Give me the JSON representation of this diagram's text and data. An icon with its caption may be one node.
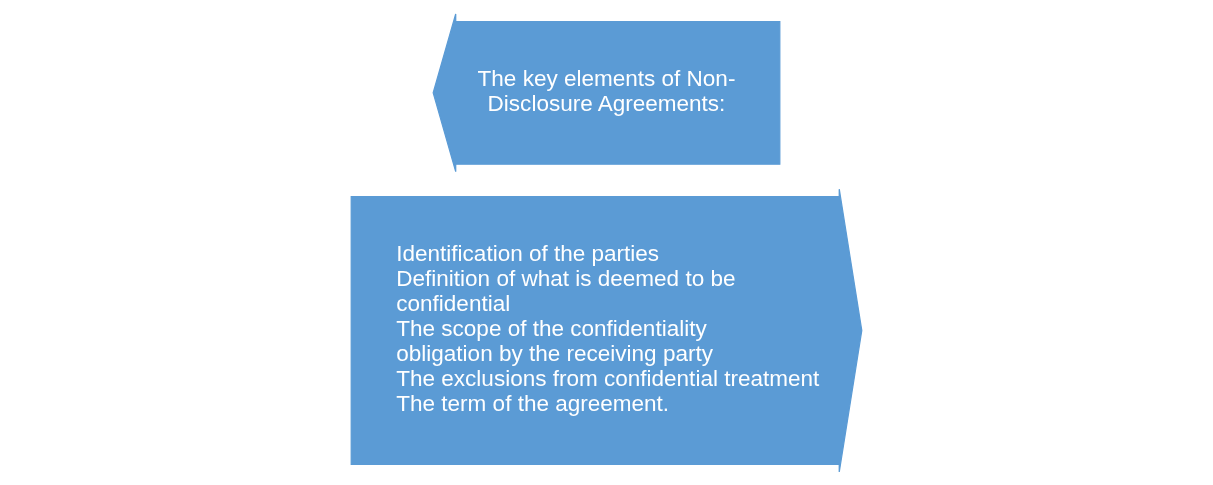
{
  "diagram": {
    "nodes": [
      {
        "text": [
          "The key elements of Non-Disclosure Agreements:"
        ]
      },
      {
        "text": [
          "Identification of the parties",
          "Definition of what is deemed to be confidential",
          "The scope of the confidentiality obligation by the receiving party",
          "The exclusions from confidential treatment",
          "The term of the agreement."
        ]
      }
    ]
  }
}
